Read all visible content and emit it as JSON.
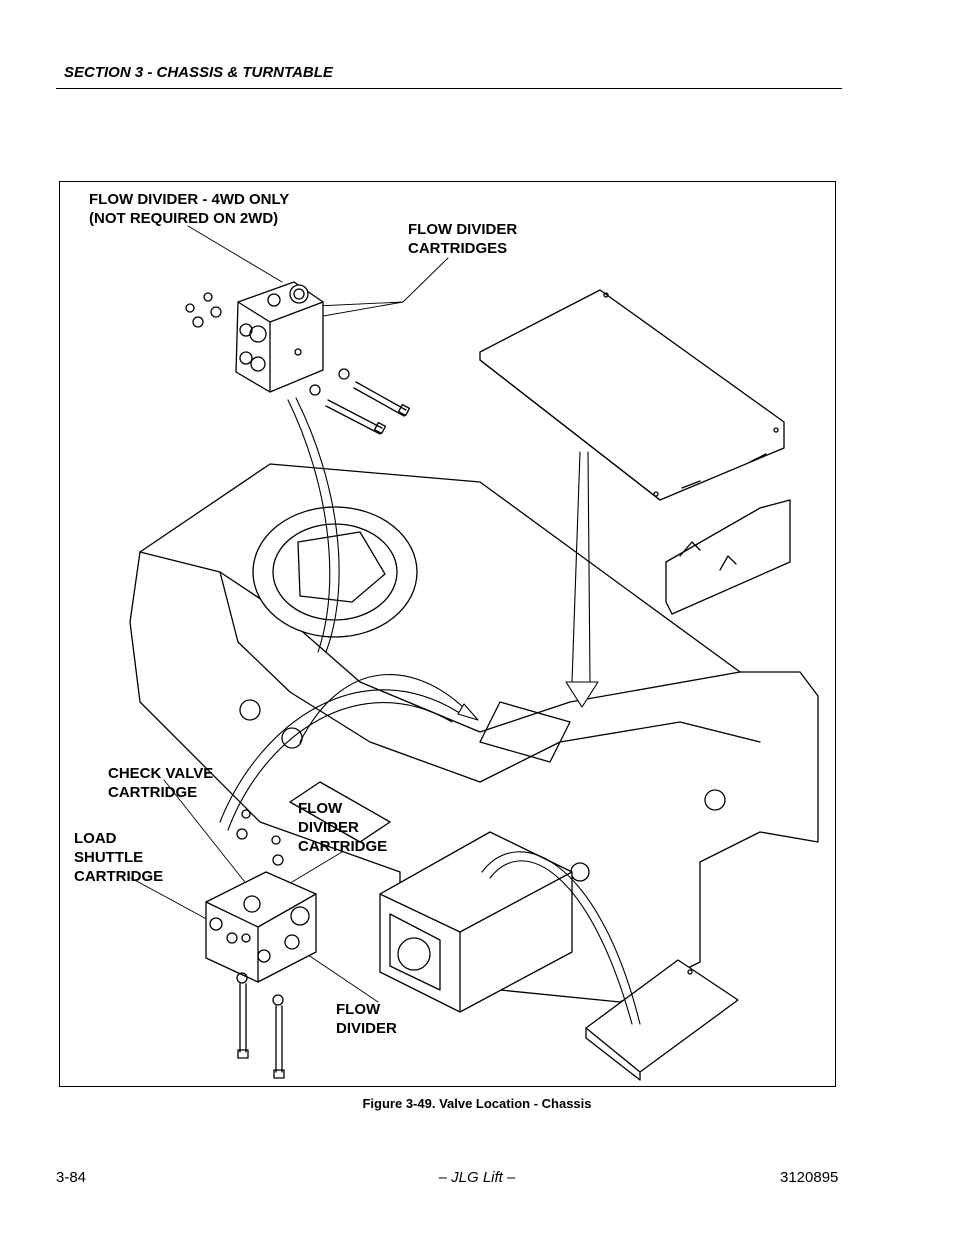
{
  "header": {
    "section_title": "SECTION 3 - CHASSIS & TURNTABLE"
  },
  "figure": {
    "labels": {
      "flow_divider_4wd": "FLOW DIVIDER - 4WD ONLY\n(NOT REQUIRED ON 2WD)",
      "flow_divider_cartridges": "FLOW DIVIDER\nCARTRIDGES",
      "check_valve_cartridge": "CHECK VALVE\nCARTRIDGE",
      "flow_divider_cartridge": "FLOW\nDIVIDER\nCARTRIDGE",
      "load_shuttle_cartridge": "LOAD\nSHUTTLE\nCARTRIDGE",
      "flow_divider": "FLOW\nDIVIDER"
    },
    "caption": "Figure 3-49.  Valve Location - Chassis"
  },
  "footer": {
    "page_number": "3-84",
    "publisher": "– JLG Lift –",
    "doc_number": "3120895"
  }
}
